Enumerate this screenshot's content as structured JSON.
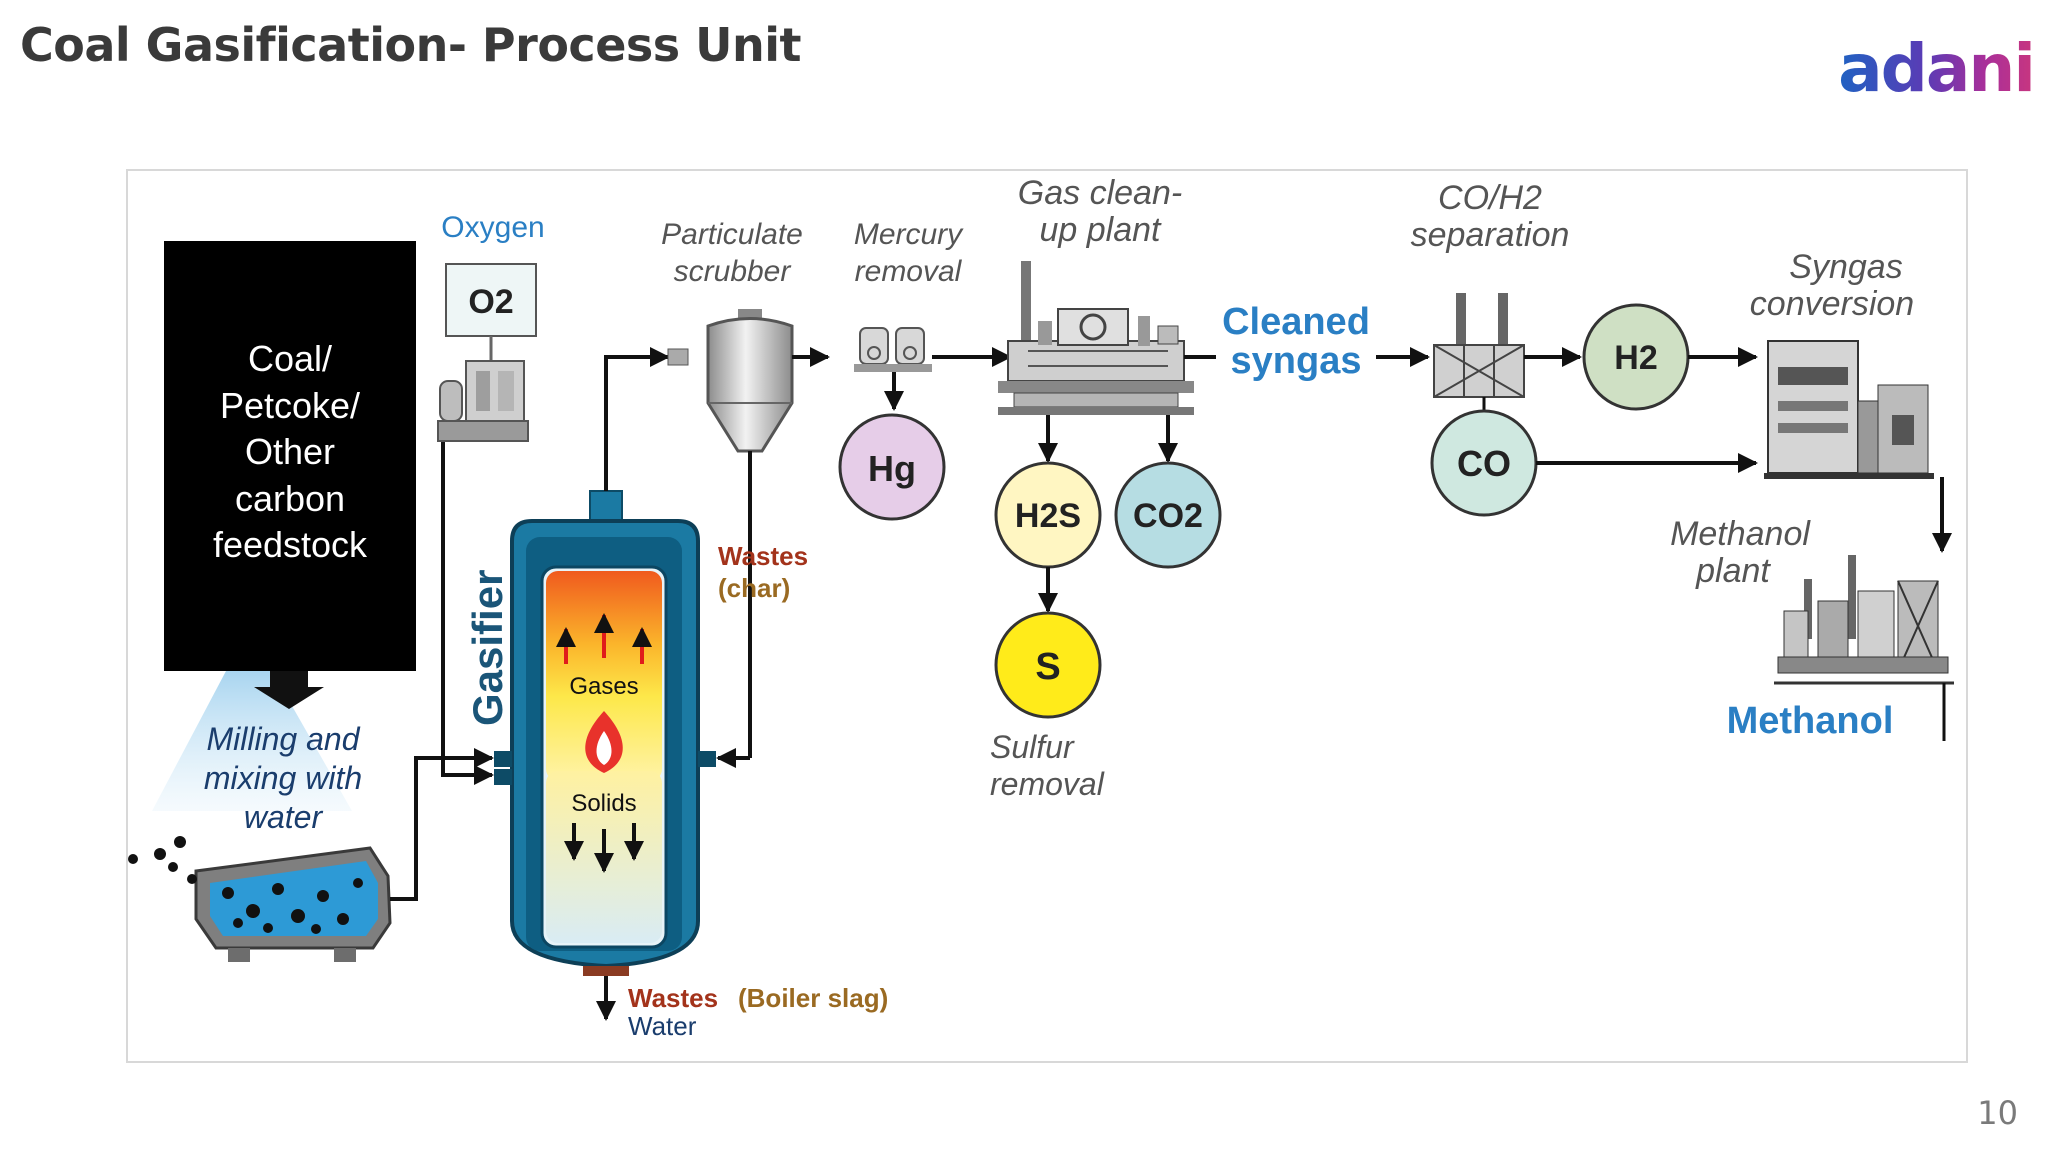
{
  "page": {
    "title": "Coal Gasification- Process Unit",
    "logo": "adani",
    "page_number": "10"
  },
  "diagram": {
    "feedstock": [
      "Coal/",
      "Petcoke/",
      "Other",
      "carbon",
      "feedstock"
    ],
    "milling": [
      "Milling and",
      "mixing with",
      "water"
    ],
    "oxygen": "Oxygen",
    "o2": "O2",
    "gasifier": "Gasifier",
    "gases": "Gases",
    "solids": "Solids",
    "particulate": [
      "Particulate",
      "scrubber"
    ],
    "mercury": [
      "Mercury",
      "removal"
    ],
    "hg": "Hg",
    "wastes_char": [
      "Wastes",
      "(char)"
    ],
    "gas_cleanup": [
      "Gas clean-",
      "up plant"
    ],
    "h2s": "H2S",
    "co2": "CO2",
    "s": "S",
    "sulfur": [
      "Sulfur",
      "removal"
    ],
    "cleaned_syngas": [
      "Cleaned",
      "syngas"
    ],
    "coh2": [
      "CO/H2",
      "separation"
    ],
    "h2": "H2",
    "co": "CO",
    "syngas_conv": [
      "Syngas",
      "conversion"
    ],
    "methanol_plant": [
      "Methanol",
      "plant"
    ],
    "methanol": "Methanol",
    "wastes_slag": "Wastes",
    "boiler_slag": "(Boiler slag)",
    "water": "Water"
  },
  "colors": {
    "blue_label": "#2a7fc4",
    "navy": "#1a3d6d",
    "waste_red": "#a3331b",
    "waste_tan": "#9a6a22",
    "gasifier_teal": "#1b7aa3",
    "hg_fill": "#e6cde8",
    "co2_fill": "#b6dde3",
    "h2_fill": "#cfe0c4",
    "co_fill": "#cfe8e0",
    "s_fill": "#ffeb1a"
  }
}
